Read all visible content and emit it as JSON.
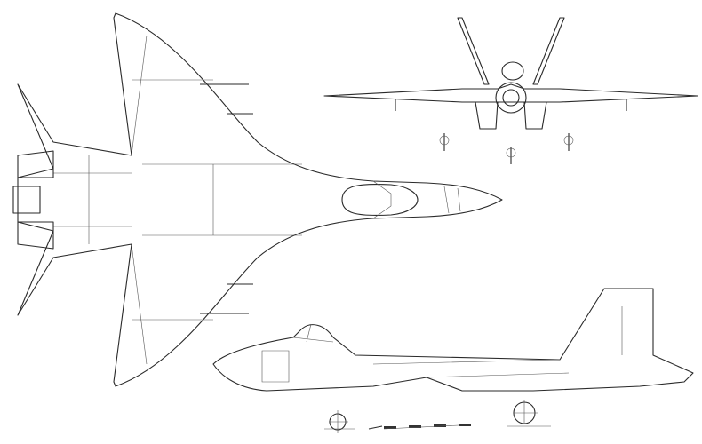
{
  "drawing": {
    "views": [
      "top",
      "front",
      "side"
    ],
    "line_color": "#2a2a2a",
    "background": "#ffffff"
  }
}
